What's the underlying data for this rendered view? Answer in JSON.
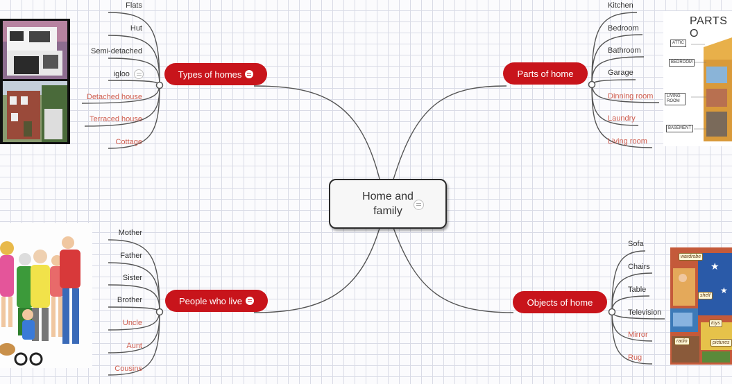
{
  "central": {
    "line1": "Home and",
    "line2": "family"
  },
  "topics": {
    "types": {
      "label": "Types of homes"
    },
    "parts": {
      "label": "Parts of home"
    },
    "people": {
      "label": "People who live"
    },
    "objects": {
      "label": "Objects of home"
    }
  },
  "types_leaves": [
    "Flats",
    "Hut",
    "Semi-detached",
    "igloo",
    "Detached house",
    "Terraced house",
    "Cottage"
  ],
  "parts_leaves": [
    "Kitchen",
    "Bedroom",
    "Bathroom",
    "Garage",
    "Dinning room",
    "Laundry",
    "Living room"
  ],
  "people_leaves": [
    "Mother",
    "Father",
    "Sister",
    "Brother",
    "Uncle",
    "Aunt",
    "Cousins"
  ],
  "objects_leaves": [
    "Sofa",
    "Chairs",
    "Table",
    "Television",
    "Mirror",
    "Rug"
  ],
  "parts_image": {
    "title": "PARTS O",
    "labels": [
      "ATTIC",
      "BEDROOM",
      "LIVING ROOM",
      "BASEMENT"
    ]
  },
  "objects_image": {
    "labels": [
      "wardrobe",
      "shelf",
      "toys",
      "radio",
      "pictures"
    ]
  },
  "colors": {
    "topic": "#c8141b",
    "leaf_red": "#cf5d4f",
    "leaf_dark": "#333333",
    "line": "#555555"
  }
}
